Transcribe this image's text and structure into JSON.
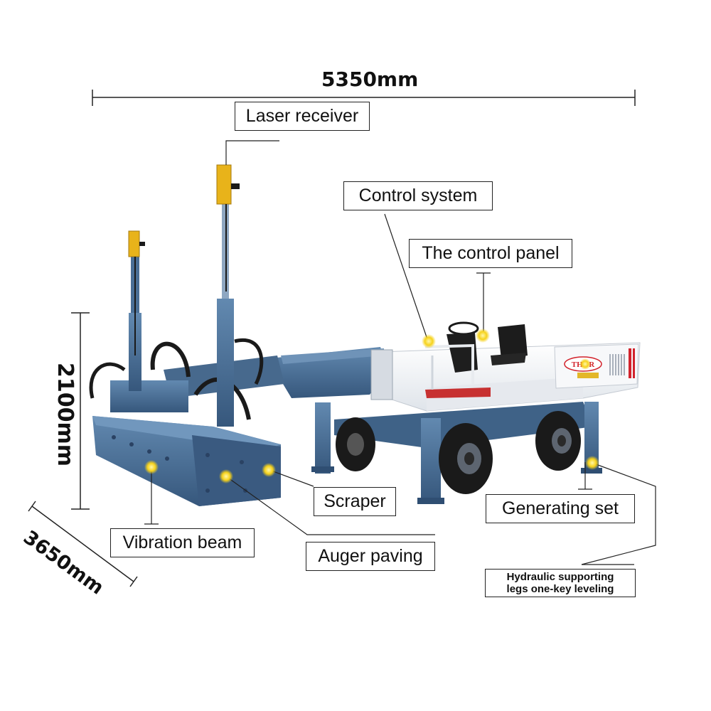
{
  "dimensions": {
    "length": "5350mm",
    "height": "2100mm",
    "width": "3650mm"
  },
  "labels": {
    "laser_receiver": "Laser receiver",
    "control_system": "Control system",
    "control_panel": "The control panel",
    "scraper": "Scraper",
    "generating_set": "Generating set",
    "vibration_beam": "Vibration beam",
    "auger_paving": "Auger paving",
    "hydraulic_legs_line1": "Hydraulic supporting",
    "hydraulic_legs_line2": "legs one-key leveling"
  },
  "machine": {
    "brand_logo": "THOR"
  },
  "colors": {
    "machine_blue": "#4a6f96",
    "machine_blue_dark": "#2f4e72",
    "machine_white": "#f1f3f6",
    "laser_yellow": "#e8b31a",
    "marker_yellow": "#f6d21b",
    "tire_black": "#1a1a1a",
    "brand_red": "#d2222b"
  }
}
